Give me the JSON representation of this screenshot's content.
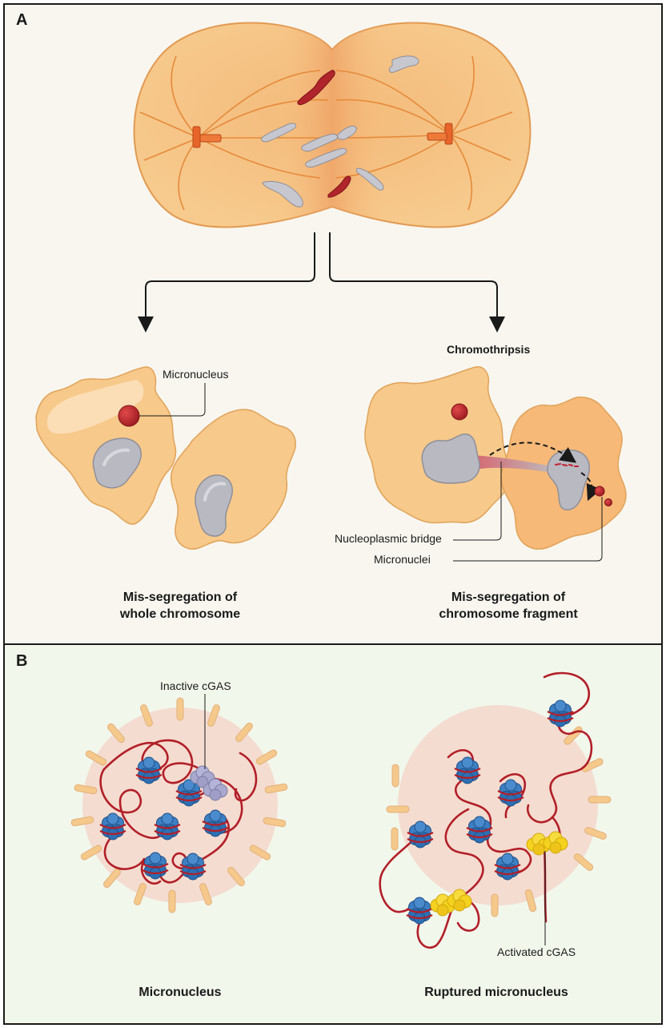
{
  "panel_a": {
    "letter": "A",
    "micronucleus_label": "Micronucleus",
    "chromothripsis_label": "Chromothripsis",
    "bridge_label": "Nucleoplasmic bridge",
    "micronuclei_label": "Micronuclei",
    "caption_left_line1": "Mis-segregation of",
    "caption_left_line2": "whole chromosome",
    "caption_right_line1": "Mis-segregation of",
    "caption_right_line2": "chromosome fragment"
  },
  "panel_b": {
    "letter": "B",
    "inactive_label": "Inactive cGAS",
    "activated_label": "Activated cGAS",
    "caption_left": "Micronucleus",
    "caption_right": "Ruptured micronucleus"
  },
  "colors": {
    "cytoplasm": "#f7c98a",
    "cell_outline": "#e0a35a",
    "nucleus": "#b9b9c2",
    "chromosome_red": "#b0242b",
    "chromosome_gray": "#c7c7cf",
    "centrosome": "#e7652a",
    "nucleosome": "#2d6fb3",
    "dna": "#b21f28",
    "inactive_cgas": "#a9a9cf",
    "activated_cgas": "#f5d21f",
    "envelope": "#f5c98b",
    "micronucleus_interior": "#f4dcd0"
  }
}
